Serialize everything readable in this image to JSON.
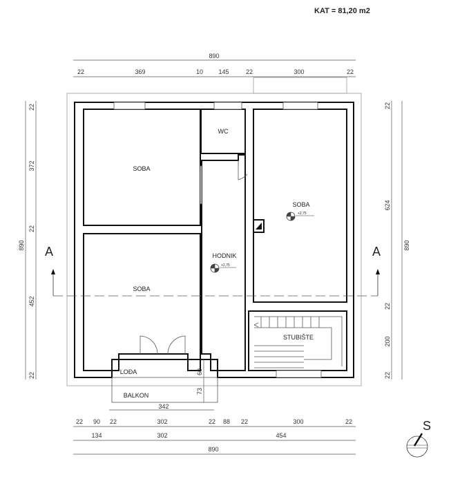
{
  "title": "KAT = 81,20 m2",
  "rooms": {
    "soba_top_left": "SOBA",
    "soba_bottom_left": "SOBA",
    "wc": "WC",
    "hodnik": "HODNIK",
    "soba_right": "SOBA",
    "stubiste": "STUBIŠTE",
    "loda": "LOĐA",
    "balkon": "BALKON"
  },
  "levels": {
    "hodnik": "+2,75",
    "soba_right": "+2,75"
  },
  "section_label": "A",
  "north_label": "S",
  "dims": {
    "top_total": "890",
    "top": [
      "22",
      "369",
      "10",
      "145",
      "22",
      "300",
      "22"
    ],
    "bottom_balcony": "342",
    "bottom1": [
      "22",
      "90",
      "22",
      "302",
      "22",
      "88",
      "22",
      "300",
      "22"
    ],
    "bottom2": [
      "134",
      "302",
      "454"
    ],
    "bottom_total": "890",
    "left_total": "890",
    "left": [
      "22",
      "372",
      "22",
      "452",
      "22"
    ],
    "right_total": "890",
    "right": [
      "22",
      "624",
      "22",
      "200",
      "22"
    ],
    "balcony_v": [
      "60",
      "73"
    ]
  }
}
